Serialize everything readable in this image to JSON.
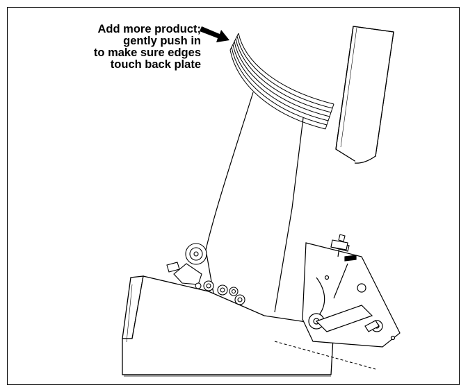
{
  "callout": {
    "lines": [
      "Add more product;",
      "gently push in",
      "to make sure edges",
      "touch back plate"
    ],
    "arrow_icon": "arrow-right-down-icon"
  },
  "colors": {
    "line": "#000000",
    "fill": "#ffffff",
    "shade": "#e6e6e6"
  }
}
